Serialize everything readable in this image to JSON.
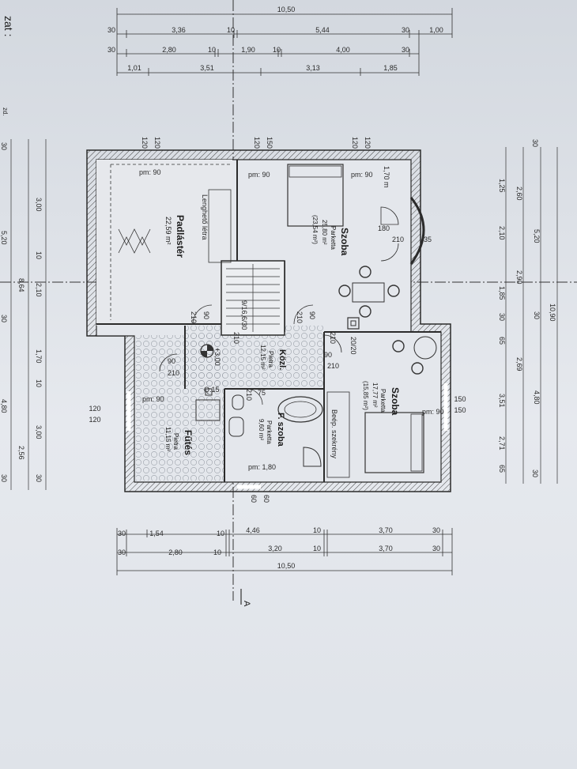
{
  "corner_text": [
    "zat :",
    "zd."
  ],
  "section_mark": "A",
  "top_rows": {
    "row1": [
      "10,50"
    ],
    "row2": [
      "30",
      "3,36",
      "10",
      "5,44",
      "30",
      "1,00"
    ],
    "row3": [
      "30",
      "2,80",
      "10",
      "1,90",
      "10",
      "4,00",
      "30"
    ],
    "row4": [
      "1,01",
      "3,51",
      "3,13",
      "1,85"
    ]
  },
  "bottom_rows": {
    "row1": [
      "30",
      "1,54",
      "10",
      "4,46",
      "10",
      "3,70",
      "30"
    ],
    "row2": [
      "30",
      "2,80",
      "10",
      "3,20",
      "10",
      "3,70",
      "30"
    ],
    "row3": [
      "10,50"
    ]
  },
  "left_col": [
    "30",
    "3,00",
    "5,20",
    "10",
    "2,10",
    "8,64",
    "30",
    "1,70",
    "10",
    "3,00",
    "4,80",
    "2,56",
    "30",
    "30"
  ],
  "right_col": [
    "30",
    "1,25",
    "2,60",
    "5,20",
    "2,10",
    "2,90",
    "1,85",
    "30",
    "30",
    "65",
    "2,69",
    "10,90",
    "4,80",
    "3,51",
    "2,71",
    "65",
    "30"
  ],
  "openings": [
    "120",
    "120",
    "120",
    "150",
    "120",
    "120",
    "120",
    "120",
    "150",
    "150",
    "60",
    "60"
  ],
  "rooms": [
    {
      "name": "Padlástér",
      "floor": "",
      "area": "22,59 m²"
    },
    {
      "name": "Szoba",
      "floor": "Parketta",
      "area": "25,80 m²",
      "area2": "(23,54 m²)"
    },
    {
      "name": "Közl.",
      "floor": "Pietra",
      "area": "12,15 m²"
    },
    {
      "name": "Szoba",
      "floor": "Parketta",
      "area": "17,77 m²",
      "area2": "(15,85 m²)"
    },
    {
      "name": "Fűtés",
      "floor": "Pietra",
      "area": "11,15 m²"
    },
    {
      "name": "F. szoba",
      "floor": "Parketta",
      "area": "9,60 m²"
    }
  ],
  "labels": {
    "pm1": "pm: 90",
    "pm2": "pm: 90",
    "pm3": "pm: 90",
    "pm4": "pm: 90",
    "pm5": "pm: 90",
    "pm6": "pm: 1,80",
    "ladder": "Lenghető létra",
    "closet": "Beép. szekrény",
    "stairs": "9/16,6/30",
    "level": "+3,00",
    "h1": "1,70 m",
    "d180": "180",
    "d210a": "210",
    "d35": "35",
    "d20": "20/20",
    "d90a": "90",
    "d210b": "210",
    "d90b": "90",
    "d210c": "210",
    "d90c": "90",
    "d210d": "210",
    "d90d": "90",
    "d210e": "210",
    "d75": "75",
    "d210f": "210",
    "d210g": "210",
    "d210h": "210",
    "q15": "Q.15"
  }
}
